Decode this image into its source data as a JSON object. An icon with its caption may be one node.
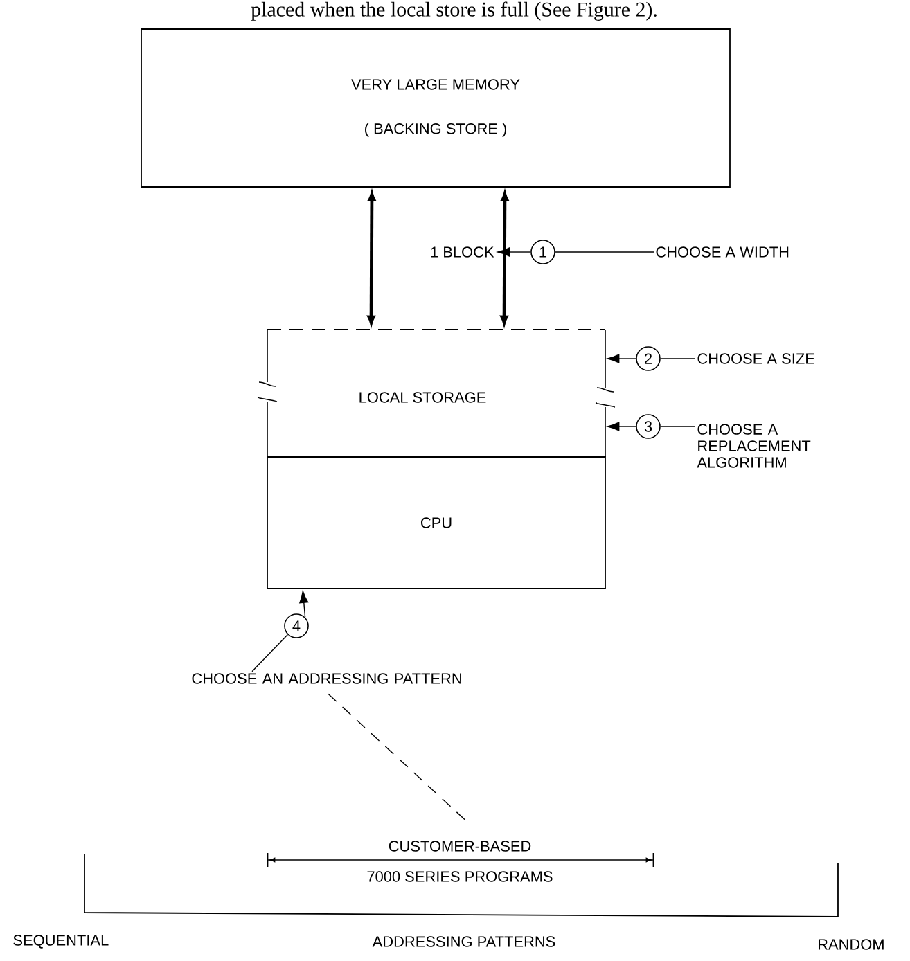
{
  "diagram": {
    "nodes": [
      {
        "text": [
          "VERY LARGE MEMORY",
          "( BACKING STORE )"
        ]
      },
      {
        "text": [
          "LOCAL STORAGE"
        ]
      },
      {
        "text": [
          "CPU"
        ]
      },
      {
        "text": [
          "1"
        ]
      },
      {
        "text": [
          "CHOOSE A WIDTH"
        ]
      },
      {
        "text": [
          "1 BLOCK"
        ]
      },
      {
        "text": [
          "2"
        ]
      },
      {
        "text": [
          "CHOOSE A SIZE"
        ]
      },
      {
        "text": [
          "3"
        ]
      },
      {
        "text": [
          "CHOOSE A REPLACEMENT ALGORITHM"
        ]
      },
      {
        "text": [
          "4"
        ]
      },
      {
        "text": [
          "CHOOSE AN ADDRESSING PATTERN"
        ]
      },
      {
        "text": [
          "CUSTOMER-BASED",
          "7000 SERIES PROGRAMS"
        ]
      }
    ],
    "edges": [
      {
        "from": 0,
        "to": 1,
        "arrow": "both",
        "style": "thick"
      },
      {
        "from": 0,
        "to": 1,
        "arrow": "both",
        "style": "thick"
      },
      {
        "from": 3,
        "to": 5,
        "arrow": "to"
      },
      {
        "from": 3,
        "to": 4,
        "arrow": "none"
      },
      {
        "from": 6,
        "to": 1,
        "arrow": "to"
      },
      {
        "from": 6,
        "to": 7,
        "arrow": "none"
      },
      {
        "from": 8,
        "to": 1,
        "arrow": "to"
      },
      {
        "from": 8,
        "to": 9,
        "arrow": "none"
      },
      {
        "from": 10,
        "to": 2,
        "arrow": "to"
      },
      {
        "from": 11,
        "to": 10,
        "arrow": "none"
      },
      {
        "from": 11,
        "to": 12,
        "arrow": "none",
        "style": "dashed"
      }
    ],
    "labels": [
      "placed when the local store is full (See Figure 2).",
      "SEQUENTIAL",
      "ADDRESSING PATTERNS",
      "RANDOM"
    ]
  }
}
